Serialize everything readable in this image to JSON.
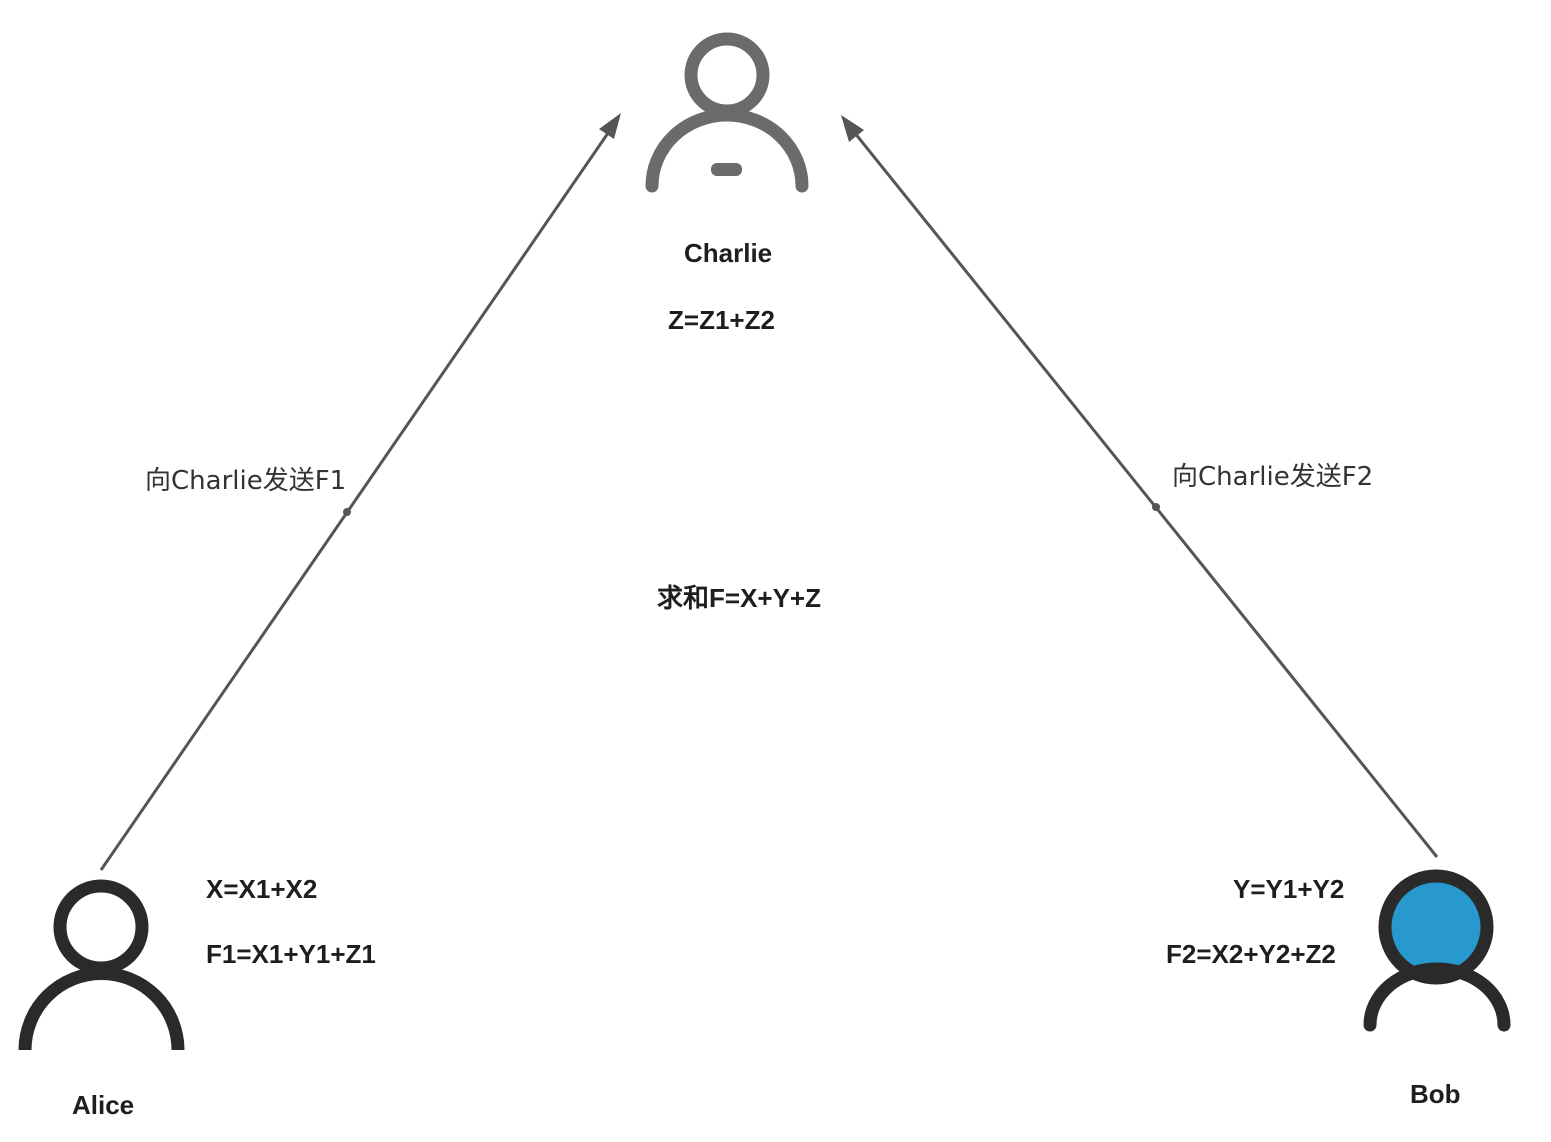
{
  "nodes": {
    "charlie": {
      "name": "Charlie",
      "equation": "Z=Z1+Z2",
      "icon": "user-icon",
      "color": "#6b6b6b"
    },
    "alice": {
      "name": "Alice",
      "equation_1": "X=X1+X2",
      "equation_2": "F1=X1+Y1+Z1",
      "icon": "user-icon",
      "color": "#2a2a2a"
    },
    "bob": {
      "name": "Bob",
      "equation_1": "Y=Y1+Y2",
      "equation_2": "F2=X2+Y2+Z2",
      "icon": "user-icon",
      "color": "#2a2a2a",
      "fill": "#2899cf"
    }
  },
  "edges": [
    {
      "from": "Alice",
      "to": "Charlie",
      "label": "向Charlie发送F1"
    },
    {
      "from": "Bob",
      "to": "Charlie",
      "label": "向Charlie发送F2"
    }
  ],
  "center_label": "求和F=X+Y+Z",
  "colors": {
    "edge": "#555555"
  }
}
